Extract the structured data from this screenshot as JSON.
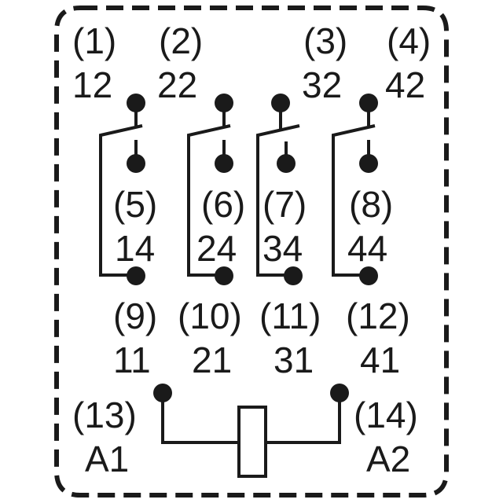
{
  "colors": {
    "line": "#1a1a1a",
    "background": "#ffffff"
  },
  "contacts": [
    {
      "pin": "(1)",
      "terminal": "12"
    },
    {
      "pin": "(2)",
      "terminal": "22"
    },
    {
      "pin": "(3)",
      "terminal": "32"
    },
    {
      "pin": "(4)",
      "terminal": "42"
    },
    {
      "pin": "(5)",
      "terminal": "14"
    },
    {
      "pin": "(6)",
      "terminal": "24"
    },
    {
      "pin": "(7)",
      "terminal": "34"
    },
    {
      "pin": "(8)",
      "terminal": "44"
    },
    {
      "pin": "(9)",
      "terminal": "11"
    },
    {
      "pin": "(10)",
      "terminal": "21"
    },
    {
      "pin": "(11)",
      "terminal": "31"
    },
    {
      "pin": "(12)",
      "terminal": "41"
    }
  ],
  "coil": [
    {
      "pin": "(13)",
      "terminal": "A1"
    },
    {
      "pin": "(14)",
      "terminal": "A2"
    }
  ]
}
